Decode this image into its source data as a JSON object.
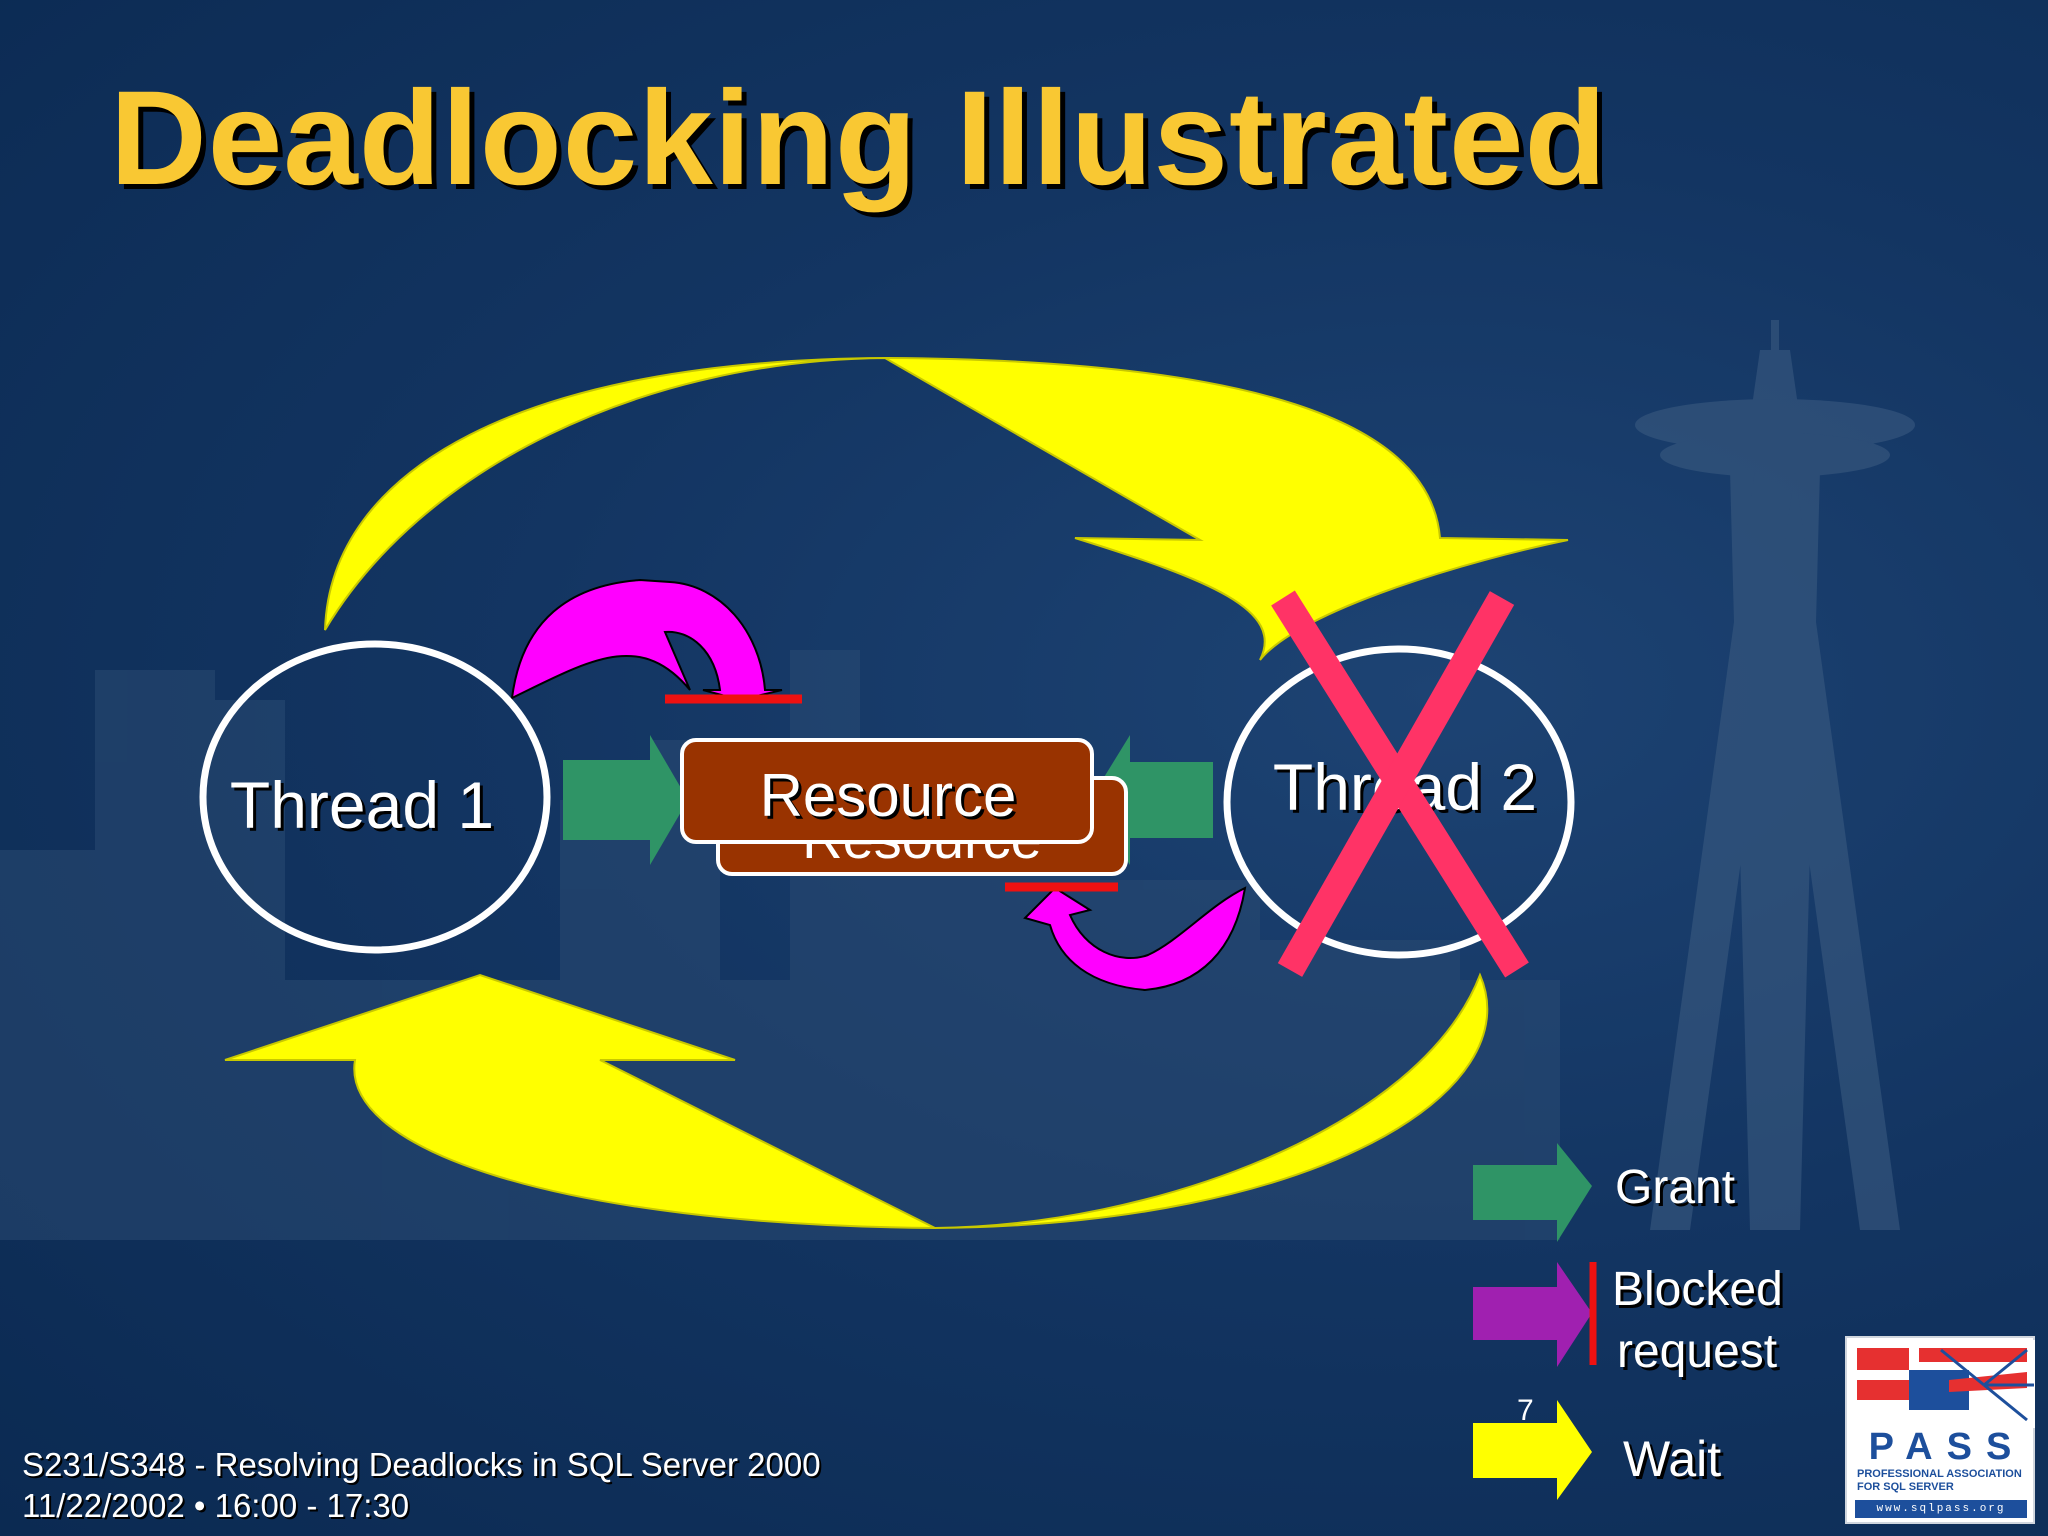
{
  "slide": {
    "title": "Deadlocking Illustrated",
    "page_number": "7"
  },
  "diagram": {
    "thread1_label": "Thread 1",
    "thread2_label": "Thread 2",
    "resource_front_label": "Resource",
    "resource_back_label": "Resource",
    "thread2_status": "killed (red X)"
  },
  "legend": {
    "grant_label": "Grant",
    "blocked_label_line1": "Blocked",
    "blocked_label_line2": "request",
    "wait_label": "Wait"
  },
  "footer": {
    "line1": "S231/S348 - Resolving Deadlocks in SQL Server 2000",
    "line2": "11/22/2002 • 16:00 - 17:30"
  },
  "logo": {
    "name": "PASS",
    "tagline_line1": "PROFESSIONAL ASSOCIATION",
    "tagline_line2": "FOR SQL SERVER",
    "url": "www.sqlpass.org"
  },
  "colors": {
    "background": "#0e2c55",
    "title": "#f9c833",
    "wait_arrow": "#ffff00",
    "grant_arrow": "#2f9466",
    "blocked_arrow": "#ff00ff",
    "blocked_bar": "#ee1111",
    "resource_box": "#993300",
    "deadlock_x": "#ff3366"
  }
}
